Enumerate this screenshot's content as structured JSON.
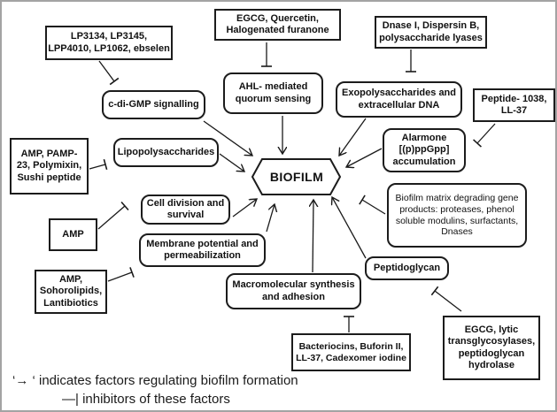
{
  "figure": {
    "center_label": "BIOFILM",
    "factors": {
      "cdigmp": "c-di-GMP signalling",
      "ahl": "AHL- mediated\nquorum sensing",
      "exopoly": "Exopolysaccharides and\nextracellular DNA",
      "alarmone": "Alarmone\n[(p)ppGpp]\naccumulation",
      "lipopoly": "Lipopolysaccharides",
      "celldiv": "Cell division and\nsurvival",
      "membrane": "Membrane potential and\npermeabilization",
      "macromol": "Macromolecular synthesis\nand adhesion",
      "peptidoglycan": "Peptidoglycan",
      "matrix": "Biofilm matrix degrading gene\nproducts: proteases, phenol\nsoluble modulins, surfactants,\nDnases"
    },
    "inhibitors": {
      "lp": "LP3134, LP3145,\nLPP4010, LP1062, ebselen",
      "egcg_qf": "EGCG, Quercetin,\nHalogenated furanone",
      "dnase": "Dnase I, Dispersin B,\npolysaccharide lyases",
      "peptide1038": "Peptide- 1038,\nLL-37",
      "amp_pamp": "AMP, PAMP-\n23, Polymixin,\nSushi peptide",
      "amp": "AMP",
      "sohoro": "AMP,\nSohorolipids,\nLantibiotics",
      "bacteriocins": "Bacteriocins, Buforin II,\nLL-37, Cadexomer iodine",
      "egcg_lytic": "EGCG, lytic\ntransglycosylases,\npeptidoglycan\nhydrolase"
    },
    "legend": {
      "line1": "‘→ ‘ indicates factors regulating biofilm formation",
      "line2": "—| inhibitors of these factors"
    },
    "edges": [
      {
        "from": "lp",
        "to": "cdigmp",
        "type": "inhibits"
      },
      {
        "from": "egcg_qf",
        "to": "ahl",
        "type": "inhibits"
      },
      {
        "from": "dnase",
        "to": "exopoly",
        "type": "inhibits"
      },
      {
        "from": "peptide1038",
        "to": "alarmone",
        "type": "inhibits"
      },
      {
        "from": "amp_pamp",
        "to": "lipopoly",
        "type": "inhibits"
      },
      {
        "from": "amp",
        "to": "celldiv",
        "type": "inhibits"
      },
      {
        "from": "sohoro",
        "to": "membrane",
        "type": "inhibits"
      },
      {
        "from": "bacteriocins",
        "to": "macromol",
        "type": "inhibits"
      },
      {
        "from": "egcg_lytic",
        "to": "peptidoglycan",
        "type": "inhibits"
      },
      {
        "from": "matrix",
        "to": "biofilm",
        "type": "inhibits"
      },
      {
        "from": "cdigmp",
        "to": "biofilm",
        "type": "regulates"
      },
      {
        "from": "ahl",
        "to": "biofilm",
        "type": "regulates"
      },
      {
        "from": "exopoly",
        "to": "biofilm",
        "type": "regulates"
      },
      {
        "from": "alarmone",
        "to": "biofilm",
        "type": "regulates"
      },
      {
        "from": "lipopoly",
        "to": "biofilm",
        "type": "regulates"
      },
      {
        "from": "celldiv",
        "to": "biofilm",
        "type": "regulates"
      },
      {
        "from": "membrane",
        "to": "biofilm",
        "type": "regulates"
      },
      {
        "from": "macromol",
        "to": "biofilm",
        "type": "regulates"
      },
      {
        "from": "peptidoglycan",
        "to": "biofilm",
        "type": "regulates"
      }
    ],
    "colors": {
      "stroke": "#1a1a1a",
      "background": "#ffffff",
      "frame": "#a3a3a3"
    }
  }
}
